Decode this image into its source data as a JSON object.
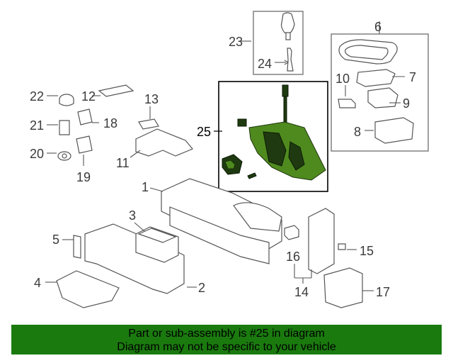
{
  "callouts": {
    "c1": "1",
    "c2": "2",
    "c3": "3",
    "c4": "4",
    "c5": "5",
    "c6": "6",
    "c7": "7",
    "c8": "8",
    "c9": "9",
    "c10": "10",
    "c11": "11",
    "c12": "12",
    "c13": "13",
    "c14": "14",
    "c15": "15",
    "c16": "16",
    "c17": "17",
    "c18": "18",
    "c19": "19",
    "c20": "20",
    "c21": "21",
    "c22": "22",
    "c23": "23",
    "c24": "24",
    "c25": "25"
  },
  "banner": {
    "line1": "Part or sub-assembly is #25 in diagram",
    "line2": "Diagram may not be specific to your vehicle",
    "color": "#1a7a0e"
  },
  "highlight_color": "#4f8a1f"
}
